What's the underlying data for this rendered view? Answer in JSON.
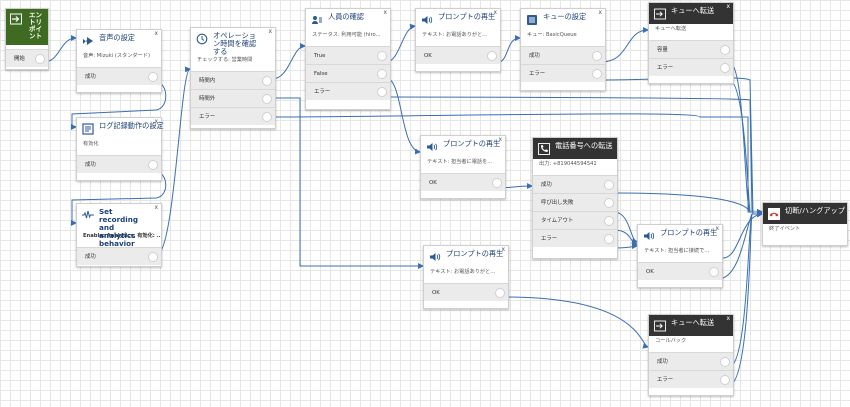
{
  "colors": {
    "edge": "#3a6fb0",
    "node_title": "#1c3f77",
    "entry_green": "#3f6a22",
    "dark_header": "#333333",
    "hangup_red": "#c0392b"
  },
  "close_glyph": "x",
  "nodes": {
    "entry": {
      "title": "エントリポイント",
      "icon": "entry-arrow-icon",
      "branches": [
        "開始"
      ]
    },
    "voice": {
      "title": "音声の設定",
      "icon": "voice-settings-icon",
      "desc": "音声: Mizuki (スタンダード)",
      "branches": [
        "成功"
      ]
    },
    "log": {
      "title": "ログ記録動作の設定",
      "icon": "log-settings-icon",
      "desc": "有効化",
      "branches": [
        "成功"
      ]
    },
    "rec": {
      "title": "Set recording and analytics behavior",
      "icon": "recording-waveform-icon",
      "desc": "Enable: Analytics, 有効化: ...",
      "branches": [
        "成功"
      ]
    },
    "hours": {
      "title": "オペレーション時間を確認する",
      "icon": "clock-icon",
      "desc": "チェックする: 営業時間",
      "branches": [
        "時間内",
        "時間外",
        "エラー"
      ]
    },
    "staff": {
      "title": "人員の確認",
      "icon": "staffing-icon",
      "desc": "ステータス: 利用可能 (hiro...",
      "branches": [
        "True",
        "False",
        "エラー"
      ]
    },
    "prompt1": {
      "title": "プロンプトの再生",
      "icon": "speaker-icon",
      "desc": "テキスト: お電話ありがと...",
      "branches": [
        "OK"
      ]
    },
    "queue": {
      "title": "キューの設定",
      "icon": "queue-settings-icon",
      "desc": "キュー: BasicQueue",
      "branches": [
        "成功",
        "エラー"
      ]
    },
    "transfer1": {
      "title": "キューへ転送",
      "icon": "transfer-icon",
      "desc": "キューへ転送",
      "branches": [
        "容量",
        "エラー"
      ]
    },
    "prompt2": {
      "title": "プロンプトの再生",
      "icon": "speaker-icon",
      "desc": "テキスト: 担当者に電話を...",
      "branches": [
        "OK"
      ]
    },
    "phone": {
      "title": "電話番号への転送",
      "icon": "phone-transfer-icon",
      "desc": "出力: +819044594541",
      "branches": [
        "成功",
        "呼び出し失敗",
        "タイムアウト",
        "エラー"
      ]
    },
    "prompt3": {
      "title": "プロンプトの再生",
      "icon": "speaker-icon",
      "desc": "テキスト: 担当者に接続で...",
      "branches": [
        "OK"
      ]
    },
    "prompt4": {
      "title": "プロンプトの再生",
      "icon": "speaker-icon",
      "desc": "テキスト: お電話ありがと...",
      "branches": [
        "OK"
      ]
    },
    "transfer2": {
      "title": "キューへ転送",
      "icon": "transfer-icon",
      "desc": "コールバック",
      "branches": [
        "成功",
        "エラー"
      ]
    },
    "hangup": {
      "title": "切断/ハングアップ",
      "icon": "hangup-icon",
      "desc": "終了イベント",
      "branches": []
    }
  }
}
